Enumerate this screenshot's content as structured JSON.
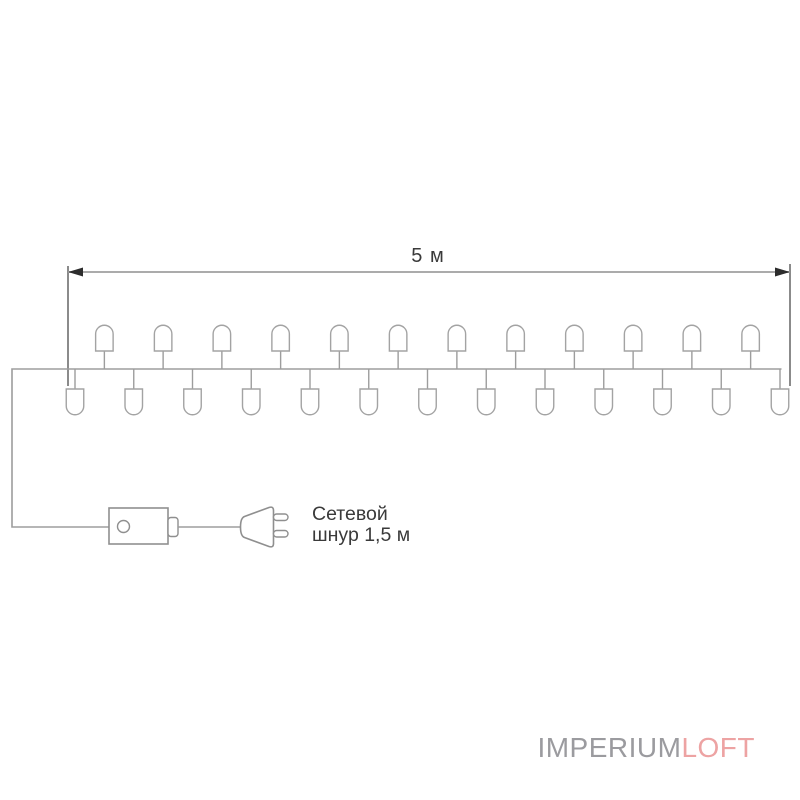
{
  "diagram": {
    "length_label": "5 м",
    "cord_label": {
      "line1": "Сетевой",
      "line2": "шнур 1,5 м"
    },
    "bulb_count_top": 12,
    "bulb_count_bottom": 13,
    "colors": {
      "wire": "#9d9d9d",
      "bulb_stroke": "#a3a3a3",
      "bulb_fill": "#ffffff",
      "dimension_line": "#ababab",
      "extension_line": "#6e6e6e",
      "arrow": "#2d2d2d",
      "device_stroke": "#8f8f8f",
      "label_text": "#3a3a3a"
    }
  },
  "logo": {
    "part1": "IMPERIUM",
    "part2": "LOFT",
    "part1_color": "#9b9b9f",
    "part2_color": "#eda3a3"
  }
}
